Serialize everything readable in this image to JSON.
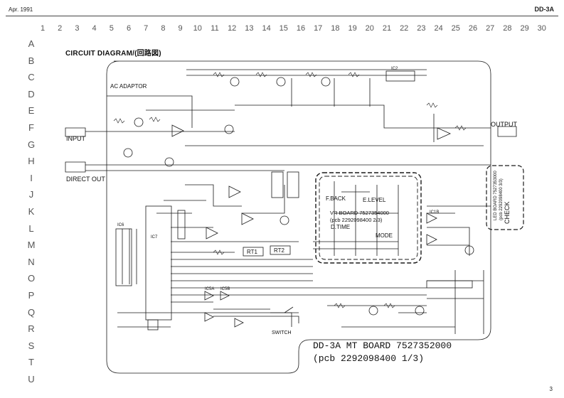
{
  "header": {
    "date": "Apr. 1991",
    "model": "DD-3A",
    "page": "3"
  },
  "title": "CIRCUIT DIAGRAM/(回路図)",
  "grid": {
    "columns": [
      "1",
      "2",
      "3",
      "4",
      "5",
      "6",
      "7",
      "8",
      "9",
      "10",
      "11",
      "12",
      "13",
      "14",
      "15",
      "16",
      "17",
      "18",
      "19",
      "20",
      "21",
      "22",
      "23",
      "24",
      "25",
      "26",
      "27",
      "28",
      "29",
      "30"
    ],
    "rows": [
      "A",
      "B",
      "C",
      "D",
      "E",
      "F",
      "G",
      "H",
      "I",
      "J",
      "K",
      "L",
      "M",
      "N",
      "O",
      "P",
      "Q",
      "R",
      "S",
      "T",
      "U"
    ]
  },
  "labels": {
    "ac_adaptor": "AC ADAPTOR",
    "input": "INPUT",
    "direct_out": "DIRECT OUT",
    "output": "OUTPUT",
    "f_back": "F.BACK",
    "e_level": "E.LEVEL",
    "d_time": "D.TIME",
    "mode": "MODE",
    "rt1": "RT1",
    "rt2": "RT2",
    "switch": "SWITCH",
    "check": "CHECK",
    "vr_board_line1": "VR BOARD 7527354000",
    "vr_board_line2": "(pcb 2292098400 2/3)",
    "led_board_line1": "LED BOARD 7527353000",
    "led_board_line2": "(pcb 2292098400 3/3)",
    "mt_board_line1": "DD-3A MT BOARD 7527352000",
    "mt_board_line2": "(pcb 2292098400 1/3)"
  },
  "components": {
    "ic7": "IC7",
    "ic6": "IC6",
    "ic2": "IC2",
    "ic1b": "IC1B",
    "ic5a": "IC5A",
    "ic5b": "IC5B"
  }
}
